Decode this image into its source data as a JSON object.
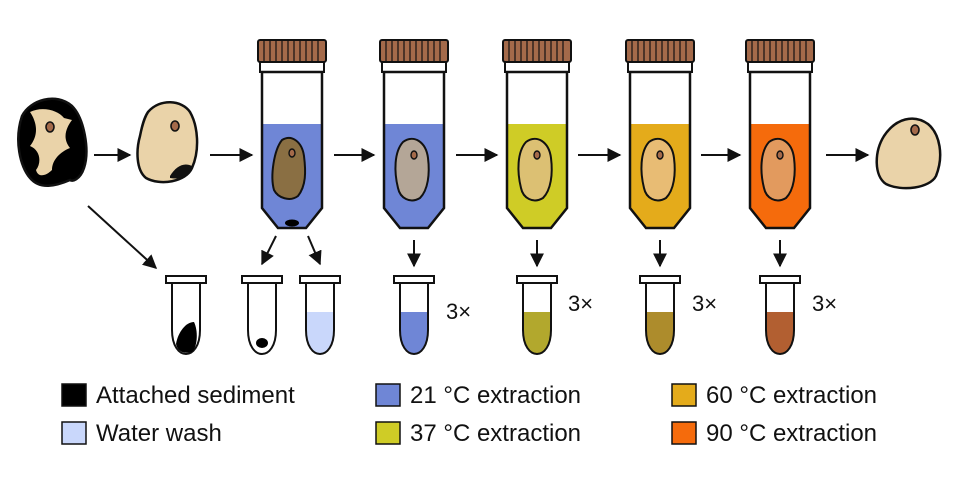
{
  "repeat_label": "3×",
  "colors": {
    "sediment": "#000000",
    "bone": "#ead3a9",
    "cap": "#a46a4a",
    "outline": "#111111",
    "water_wash": "#c9d7fb",
    "extraction_21": "#6f86d6",
    "extraction_37": "#cfcc26",
    "extraction_60": "#e4ab1b",
    "extraction_90": "#f56b0c",
    "eluate_37": "#b2a82d",
    "eluate_60": "#ad8c2c",
    "eluate_90": "#b25f31"
  },
  "legend": [
    {
      "label": "Attached sediment",
      "color": "#000000"
    },
    {
      "label": "Water wash",
      "color": "#c9d7fb"
    },
    {
      "label": "21 °C extraction",
      "color": "#6f86d6"
    },
    {
      "label": "37 °C extraction",
      "color": "#cfcc26"
    },
    {
      "label": "60 °C extraction",
      "color": "#e4ab1b"
    },
    {
      "label": "90 °C extraction",
      "color": "#f56b0c"
    }
  ]
}
